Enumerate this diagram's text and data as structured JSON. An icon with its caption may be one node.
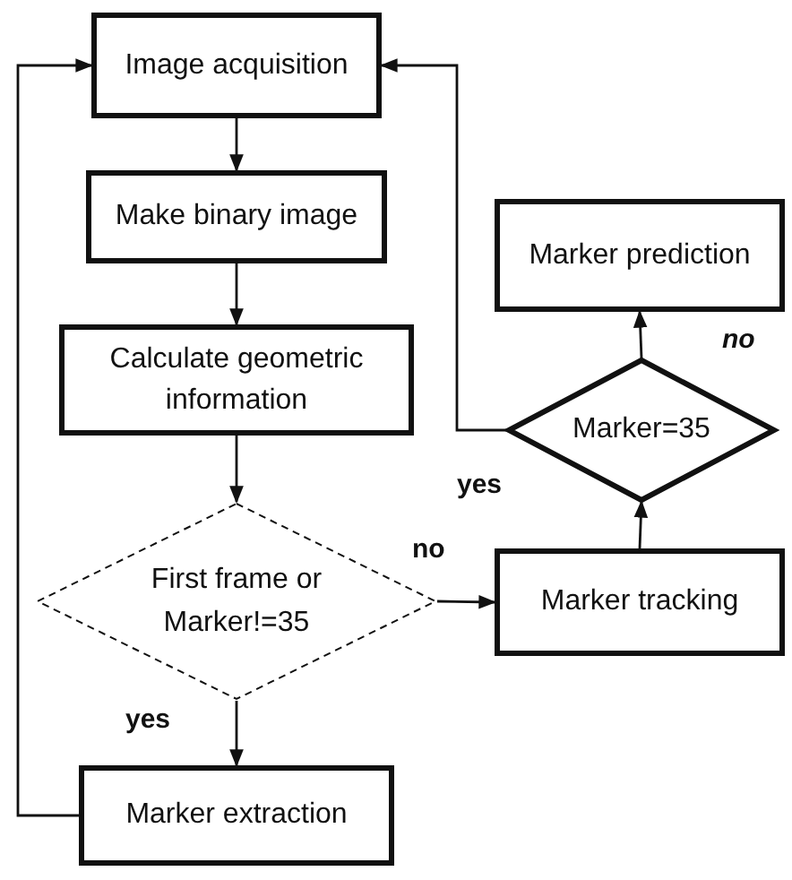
{
  "diagram": {
    "nodes": [
      {
        "text": [
          "Image acquisition"
        ]
      },
      {
        "text": [
          "Make binary image"
        ]
      },
      {
        "text": [
          "Calculate geometric information"
        ]
      },
      {
        "text": [
          "First frame or Marker!=35"
        ]
      },
      {
        "text": [
          "Marker extraction"
        ]
      },
      {
        "text": [
          "Marker tracking"
        ]
      },
      {
        "text": [
          "Marker=35"
        ]
      },
      {
        "text": [
          "Marker prediction"
        ]
      }
    ],
    "edges": [
      {
        "from": 0,
        "to": 1,
        "arrow": "to"
      },
      {
        "from": 1,
        "to": 2,
        "arrow": "to"
      },
      {
        "from": 2,
        "to": 3,
        "arrow": "to"
      },
      {
        "from": 3,
        "to": 4,
        "arrow": "to",
        "label": "yes"
      },
      {
        "from": 3,
        "to": 5,
        "arrow": "to",
        "label": "no"
      },
      {
        "from": 5,
        "to": 6,
        "arrow": "to"
      },
      {
        "from": 6,
        "to": 7,
        "arrow": "to",
        "label": "no"
      },
      {
        "from": 6,
        "to": 0,
        "arrow": "to",
        "label": "yes"
      },
      {
        "from": 4,
        "to": 0,
        "arrow": "to"
      }
    ]
  }
}
